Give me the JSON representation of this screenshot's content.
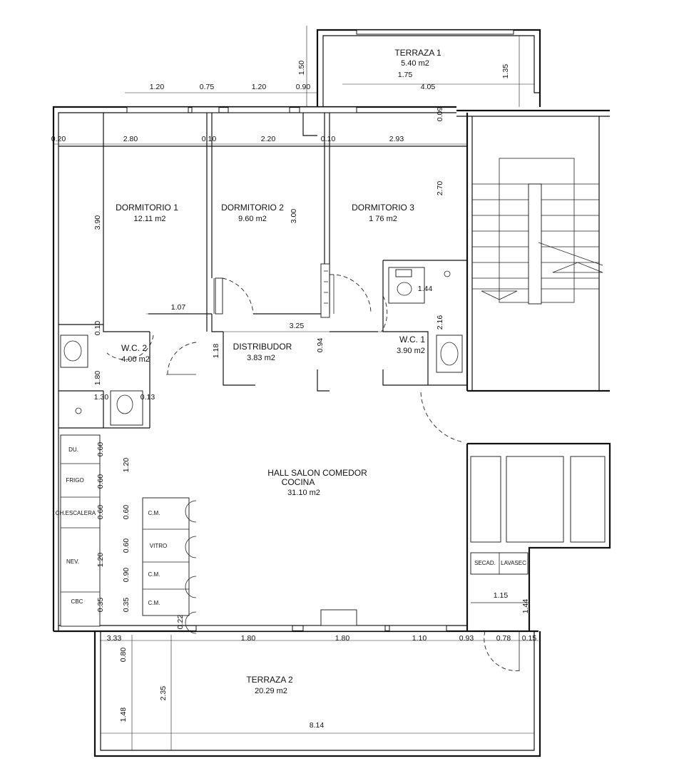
{
  "rooms": {
    "terraza1": {
      "name": "TERRAZA 1",
      "area": "5.40 m2"
    },
    "dormitorio1": {
      "name": "DORMITORIO 1",
      "area": "12.11 m2"
    },
    "dormitorio2": {
      "name": "DORMITORIO 2",
      "area": "9.60 m2"
    },
    "dormitorio3": {
      "name": "DORMITORIO 3",
      "area": "1 76 m2"
    },
    "wc2": {
      "name": "W.C. 2",
      "area": "4.00 m2"
    },
    "wc1": {
      "name": "W.C. 1",
      "area": "3.90 m2"
    },
    "distribuidor": {
      "name": "DISTRIBUDOR",
      "area": "3.83 m2"
    },
    "hall": {
      "line1": "HALL SALON COMEDOR",
      "line2": "COCINA",
      "area": "31.10 m2"
    },
    "terraza2": {
      "name": "TERRAZA 2",
      "area": "20.29 m2"
    }
  },
  "dims": {
    "top_1_20a": "1.20",
    "top_0_75": "0.75",
    "top_1_20b": "1.20",
    "top_0_90": "0.90",
    "t1_1_50": "1.50",
    "t1_1_75": "1.75",
    "t1_4_05": "4.05",
    "t1_1_35": "1.35",
    "t1_0_09": "0.09",
    "row_0_20": "0.20",
    "row_2_80": "2.80",
    "row_0_10a": "0.10",
    "row_2_20": "2.20",
    "row_0_10b": "0.10",
    "row_2_93": "2.93",
    "d1_3_90": "3.90",
    "d2_3_00": "3.00",
    "d3_2_70": "2.70",
    "dist_1_07": "1.07",
    "dist_3_25": "3.25",
    "dist_1_18": "1.18",
    "dist_0_94": "0.94",
    "wc1_1_44": "1.44",
    "wc1_2_16": "2.16",
    "wc2_0_10": "0.10",
    "wc2_1_80a": "1.80",
    "wc2_1_30": "1.30",
    "wc2_0_13": "0.13",
    "k_0_60a": "0.60",
    "k_1_20a": "1.20",
    "k_0_60b": "0.60",
    "k_0_60c": "0.60",
    "k_0_60d": "0.60",
    "k_0_60e": "0.60",
    "k_1_20b": "1.20",
    "k_0_90": "0.90",
    "k_0_35a": "0.35",
    "k_0_35b": "0.35",
    "bot_3_33": "3.33",
    "bot_0_22": "0.22",
    "bot_1_80a": "1.80",
    "bot_1_80b": "1.80",
    "bot_1_10": "1.10",
    "bot_0_93": "0.93",
    "bot_0_78": "0.78",
    "bot_0_15": "0.15",
    "lav_1_15": "1.15",
    "lav_1_44": "1.44",
    "t2_0_80": "0.80",
    "t2_2_35": "2.35",
    "t2_1_48": "1.48",
    "t2_8_14": "8.14"
  },
  "fixtures": {
    "du": "DU.",
    "frigo": "FRIGO",
    "escalera": "CH.ESCALERA",
    "nev": "NEV.",
    "cbc": "CBC",
    "cm1": "C.M.",
    "vitro": "VITRO",
    "cm2": "C.M.",
    "cm3": "C.M.",
    "secadora": "SECAD.",
    "lavasec": "LAVASEC"
  }
}
